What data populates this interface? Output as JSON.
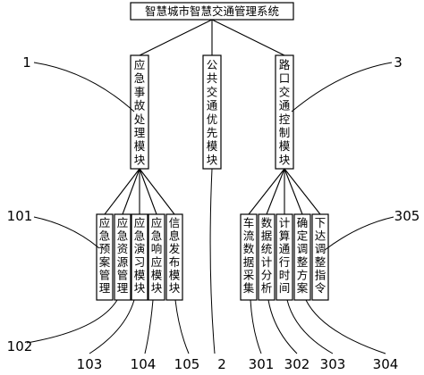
{
  "root": "智慧城市智慧交通管理系统",
  "modules": [
    {
      "id": "emergency",
      "label": "应急事故处理模块",
      "ref": "1"
    },
    {
      "id": "transit",
      "label": "公共交通优先模块",
      "ref": "2"
    },
    {
      "id": "intersection",
      "label": "路口交通控制模块",
      "ref": "3"
    }
  ],
  "emergency_submodules": [
    {
      "label": "应急预案管理",
      "ref": "101"
    },
    {
      "label": "应急资源管理",
      "ref": "102"
    },
    {
      "label": "应急演习模块",
      "ref": "103"
    },
    {
      "label": "应急响应模块",
      "ref": "104"
    },
    {
      "label": "信息发布模块",
      "ref": "105"
    }
  ],
  "intersection_submodules": [
    {
      "label": "车流数据采集",
      "ref": "301"
    },
    {
      "label": "数据统计分析",
      "ref": "302"
    },
    {
      "label": "计算通行时间",
      "ref": "303"
    },
    {
      "label": "确定调整方案",
      "ref": "304"
    },
    {
      "label": "下达调整指令",
      "ref": "305"
    }
  ]
}
